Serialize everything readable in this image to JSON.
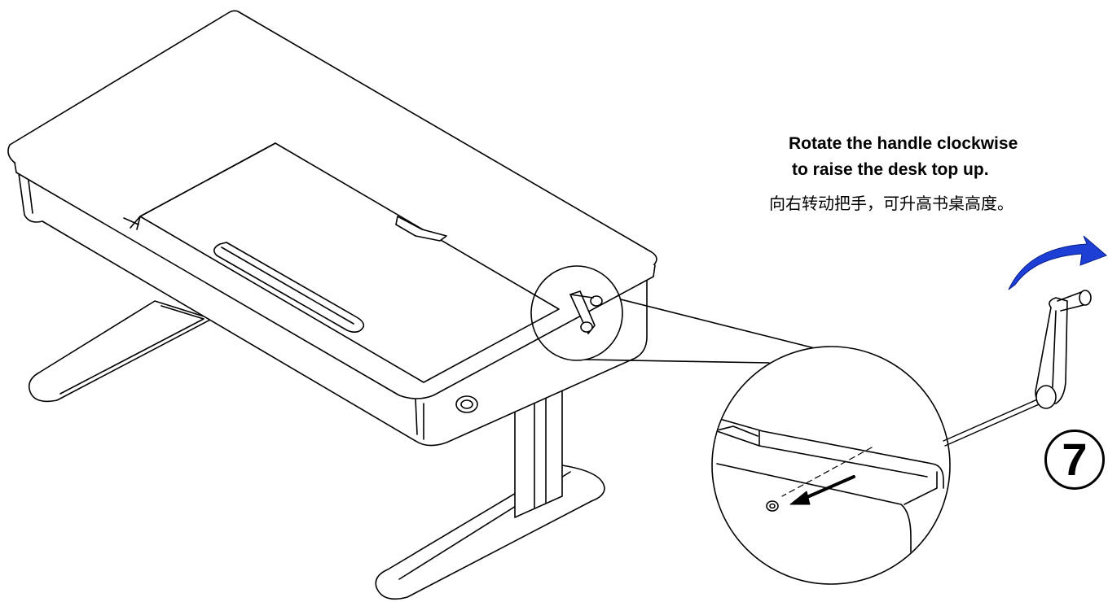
{
  "instruction": {
    "en_line1": "Rotate the handle clockwise",
    "en_line2": "to raise the desk top up.",
    "cn": "向右转动把手，可升高书桌高度。"
  },
  "step_number": "7",
  "colors": {
    "arrow_blue": "#1d3fd6",
    "line": "#000000",
    "background": "#ffffff"
  },
  "icons": [
    "crank-handle-icon",
    "rotation-arrow-icon",
    "insert-arrow-icon"
  ]
}
